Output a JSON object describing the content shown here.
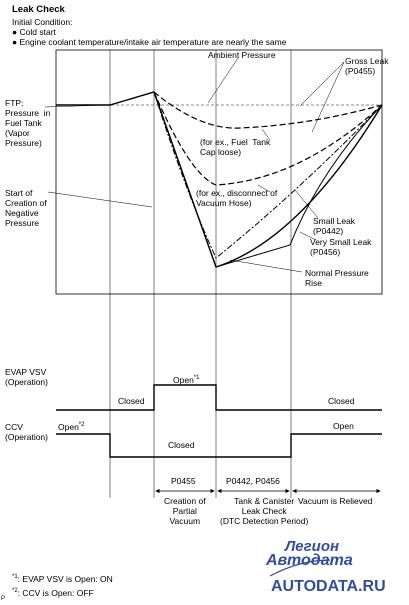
{
  "header": {
    "title": "Leak Check",
    "condition_title": "Initial Condition:",
    "conditions": [
      "Cold start",
      "Engine coolant temperature/intake air temperature are nearly the same"
    ],
    "bullet": "●"
  },
  "chart": {
    "ambient_label": "Ambient Pressure",
    "ftp_label": "FTP:\nPressure  in\nFuel Tank\n(Vapor\nPressure)",
    "start_label": "Start of\nCreation of\nNegative\nPressure",
    "gross_leak_label": "Gross Leak\n(P0455)",
    "cap_label": "(for ex., Fuel  Tank\nCap loose)",
    "hose_label": "(for ex., disconnect of\nVacuum Hose)",
    "small_leak_label": "Small Leak\n(P0442)",
    "very_small_leak_label": "Very Small Leak\n(P0456)",
    "normal_label": "Normal Pressure\nRise"
  },
  "signals": {
    "evap_label": "EVAP VSV\n(Operation)",
    "evap_closed_left": "Closed",
    "evap_open": "Open",
    "evap_open_sup": "*1",
    "evap_closed_right": "Closed",
    "ccv_label": "CCV\n(Operation)",
    "ccv_open_left": "Open",
    "ccv_open_left_sup": "*2",
    "ccv_closed": "Closed",
    "ccv_open_right": "Open"
  },
  "phases": {
    "dtc_1": "P0455",
    "dtc_2": "P0442, P0456",
    "phase_1": "Creation of\nPartial\nVacuum",
    "phase_2": "Tank & Canister\nLeak Check\n(DTC Detection Period)",
    "phase_3": "Vacuum is Relieved"
  },
  "footnotes": {
    "note_1_mark": "*1",
    "note_1": ": EVAP VSV is Open: ON",
    "note_2_mark": "*2",
    "note_2": ": CCV is Open: OFF"
  },
  "page_marker": "P",
  "watermark": {
    "brand_line_1": "Легион",
    "brand_line_2": "Автодата",
    "site": "AUTODATA.RU",
    "color_brand": "#2f4f9e",
    "color_site": "#2f4f9e"
  }
}
